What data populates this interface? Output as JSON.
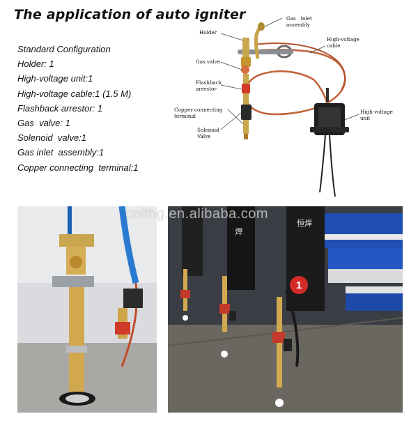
{
  "title": "The application of auto igniter",
  "config": [
    "Standard Configuration",
    "Holder: 1",
    "High-voltage unit:1",
    "High-voltage cable:1 (1.5 M)",
    "Flashback arrestor: 1",
    "Gas  valve: 1",
    "Solenoid  valve:1",
    "Gas inlet  assembly:1",
    "Copper connecting  terminal:1"
  ],
  "diagram_labels": {
    "gas_inlet": "Gas   inlet\nassembly",
    "holder": "Holder",
    "high_voltage_cable": "High-voltage\ncable",
    "gas_valve": "Gas valve",
    "flashback": "Flashback\narrestor",
    "copper": "Copper connecting\nterminal",
    "solenoid": "Solenoid\nValve",
    "hv_unit": "High-voltage\nunit"
  },
  "watermark": "cnlthg.en.alibaba.com",
  "machine_labels": {
    "unit_number": "1",
    "sign_left": "焊",
    "sign_right": "恒焊"
  }
}
